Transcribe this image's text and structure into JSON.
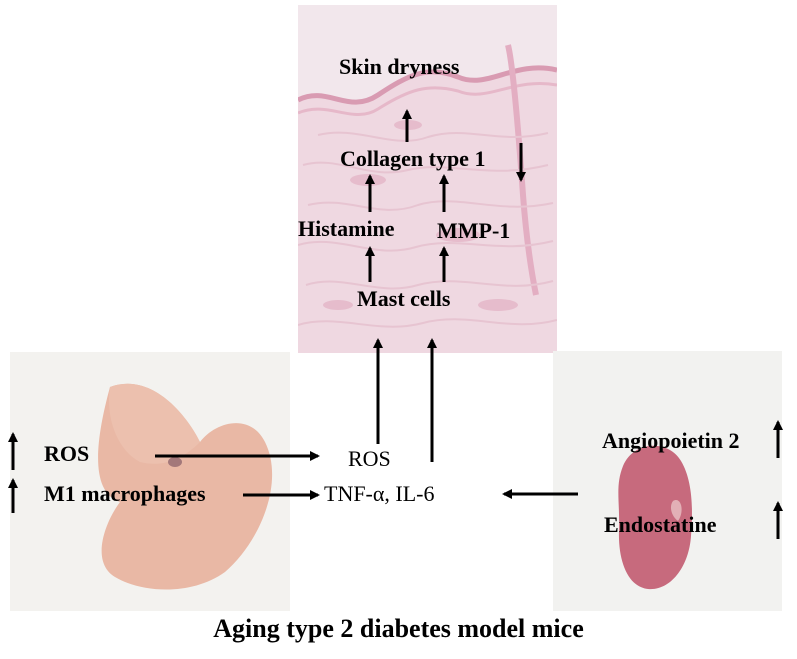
{
  "skin_panel": {
    "skin_dryness": "Skin dryness",
    "collagen": "Collagen type 1",
    "histamine": "Histamine",
    "mmp1": "MMP-1",
    "mast_cells": "Mast cells"
  },
  "liver_panel": {
    "ros": "ROS",
    "m1_macrophages": "M1 macrophages"
  },
  "center": {
    "ros": "ROS",
    "cytokines": "TNF-α, IL-6"
  },
  "kidney_panel": {
    "angiopoietin": "Angiopoietin 2",
    "endostatine": "Endostatine"
  },
  "caption": "Aging type 2 diabetes model mice",
  "colors": {
    "skin_bg": "#f1e4ea",
    "liver_tissue": "#e9b19c",
    "kidney_tissue": "#b4455a",
    "arrow": "#000000"
  }
}
